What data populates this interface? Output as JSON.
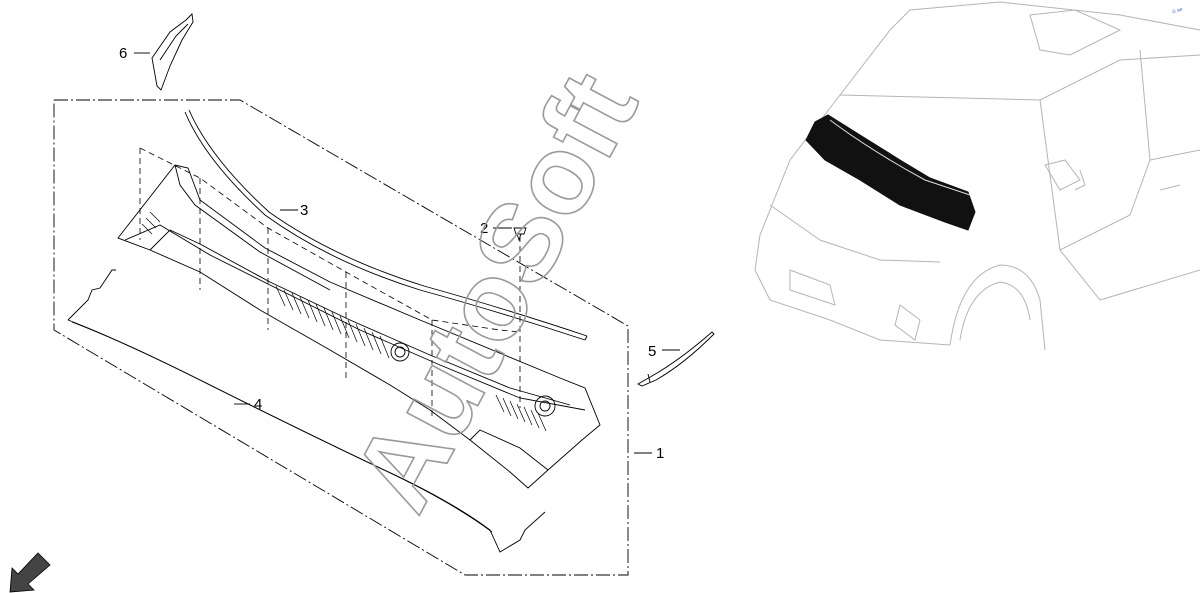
{
  "callouts": [
    {
      "id": "1",
      "label": "1"
    },
    {
      "id": "2",
      "label": "2"
    },
    {
      "id": "3",
      "label": "3"
    },
    {
      "id": "4",
      "label": "4"
    },
    {
      "id": "5",
      "label": "5"
    },
    {
      "id": "6",
      "label": "6"
    }
  ],
  "watermark": "AutoSoft",
  "corner_mark": "© ae",
  "icons": {
    "direction": "front-direction-arrow-icon",
    "vehicle": "vehicle-outline-icon"
  },
  "colors": {
    "line": "#000000",
    "vehicle_line": "#b5b5b5",
    "highlight": "#111111",
    "watermark": "#9a9a9a"
  }
}
